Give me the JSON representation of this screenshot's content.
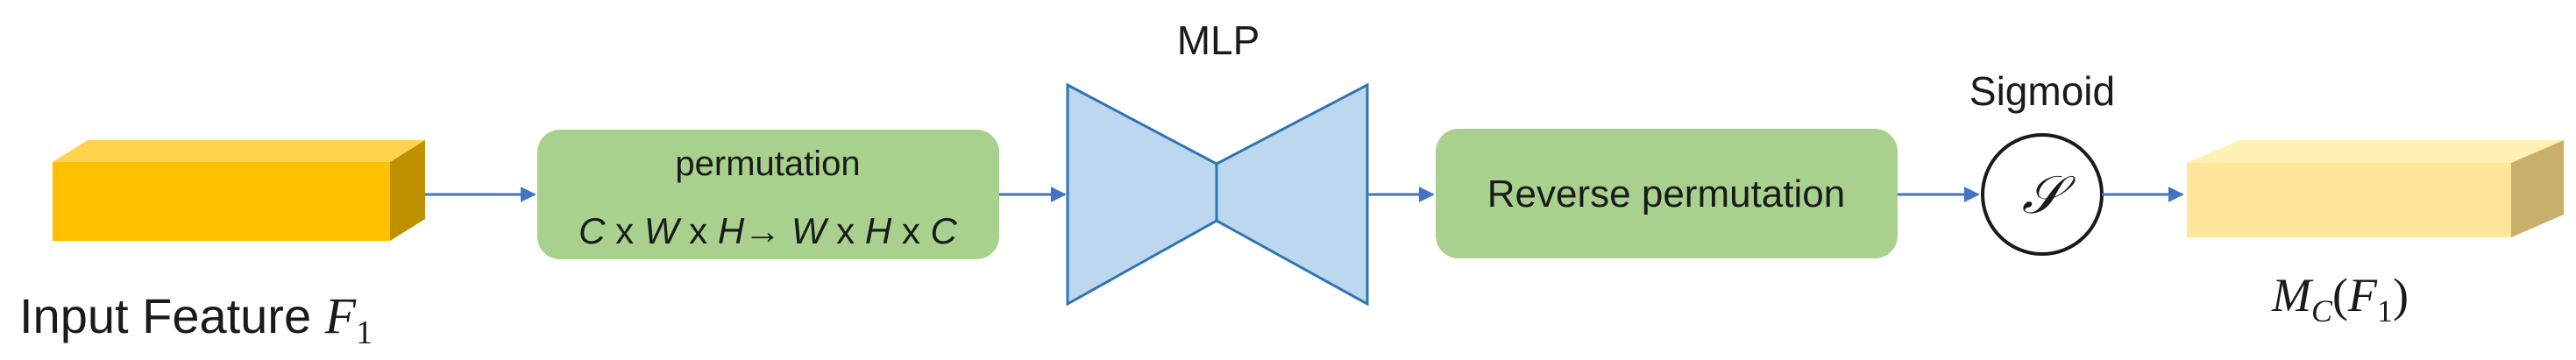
{
  "input": {
    "label_text": "Input Feature ",
    "symbol": "F",
    "subscript": "1",
    "color_top": "#FFD34A",
    "color_front": "#FFC000",
    "color_side": "#BF9000"
  },
  "permutation": {
    "title": "permutation",
    "formula": {
      "c": "C",
      "x1": " x ",
      "w": "W",
      "x2": " x ",
      "h": "H",
      "arrow": "→ ",
      "w2": "W",
      "x3": " x ",
      "h2": "H",
      "x4": " x ",
      "c2": "C"
    },
    "fill": "#A9D18E"
  },
  "mlp": {
    "label": "MLP",
    "fill": "#BDD7EE",
    "stroke": "#2E75B6"
  },
  "reverse": {
    "label": "Reverse permutation",
    "fill": "#A9D18E"
  },
  "sigmoid": {
    "label": "Sigmoid",
    "symbol": "𝒮"
  },
  "output": {
    "symbol": "M",
    "subscript": "C",
    "open": "(",
    "inner_symbol": "F",
    "inner_subscript": "1",
    "close": ")",
    "color_top": "#FFF0B3",
    "color_front": "#FFE699",
    "color_side": "#C9B06A"
  },
  "arrow_color": "#4472C4"
}
